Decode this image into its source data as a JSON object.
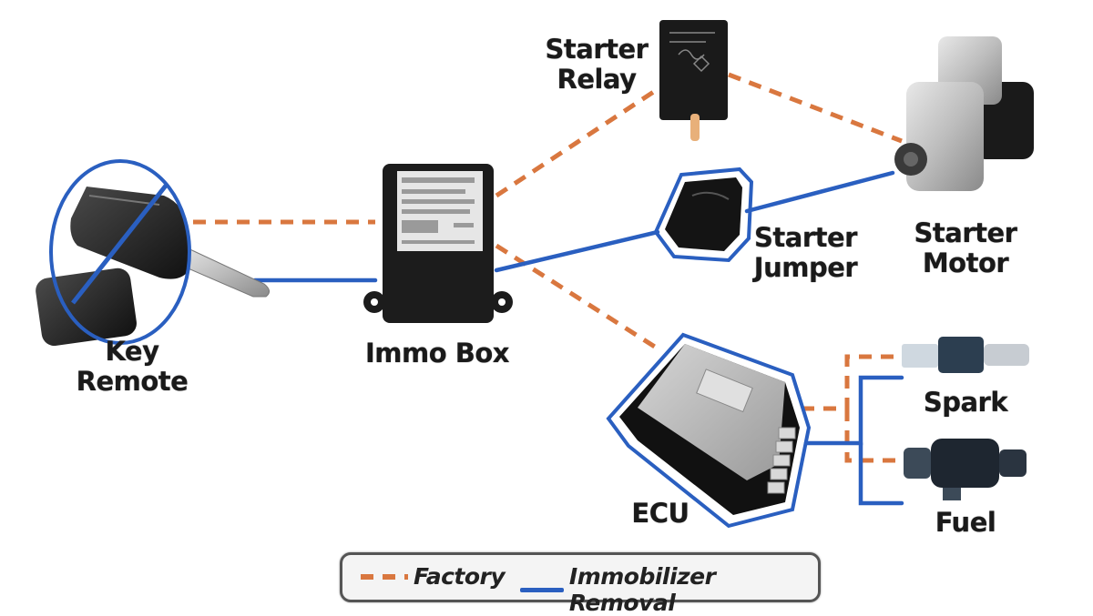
{
  "diagram": {
    "title": "",
    "nodes": [
      {
        "id": "key_remote",
        "label_line1": "Key",
        "label_line2": "Remote",
        "crossed_out": true
      },
      {
        "id": "immo_box",
        "label_line1": "Immo Box",
        "label_line2": ""
      },
      {
        "id": "starter_relay",
        "label_line1": "Starter",
        "label_line2": "Relay"
      },
      {
        "id": "starter_jumper",
        "label_line1": "Starter",
        "label_line2": "Jumper"
      },
      {
        "id": "starter_motor",
        "label_line1": "Starter",
        "label_line2": "Motor"
      },
      {
        "id": "ecu",
        "label_line1": "ECU",
        "label_line2": ""
      },
      {
        "id": "spark",
        "label_line1": "Spark",
        "label_line2": ""
      },
      {
        "id": "fuel",
        "label_line1": "Fuel",
        "label_line2": ""
      }
    ],
    "connections": [
      {
        "from": "key_remote",
        "to": "immo_box",
        "type": "factory"
      },
      {
        "from": "key_remote",
        "to": "immo_box",
        "type": "immobilizer_removal"
      },
      {
        "from": "immo_box",
        "to": "starter_relay",
        "type": "factory"
      },
      {
        "from": "starter_relay",
        "to": "starter_motor",
        "type": "factory"
      },
      {
        "from": "immo_box",
        "to": "starter_jumper",
        "type": "immobilizer_removal"
      },
      {
        "from": "starter_jumper",
        "to": "starter_motor",
        "type": "immobilizer_removal"
      },
      {
        "from": "immo_box",
        "to": "ecu",
        "type": "factory"
      },
      {
        "from": "ecu",
        "to": "spark",
        "type": "factory"
      },
      {
        "from": "ecu",
        "to": "fuel",
        "type": "factory"
      },
      {
        "from": "ecu",
        "to": "spark",
        "type": "immobilizer_removal"
      },
      {
        "from": "ecu",
        "to": "fuel",
        "type": "immobilizer_removal"
      }
    ],
    "legend": {
      "factory": {
        "label": "Factory",
        "style": "dashed",
        "color": "#d9773f"
      },
      "immobilizer_removal": {
        "label": "Immobilizer Removal",
        "style": "solid",
        "color": "#2a5fc0"
      }
    }
  }
}
